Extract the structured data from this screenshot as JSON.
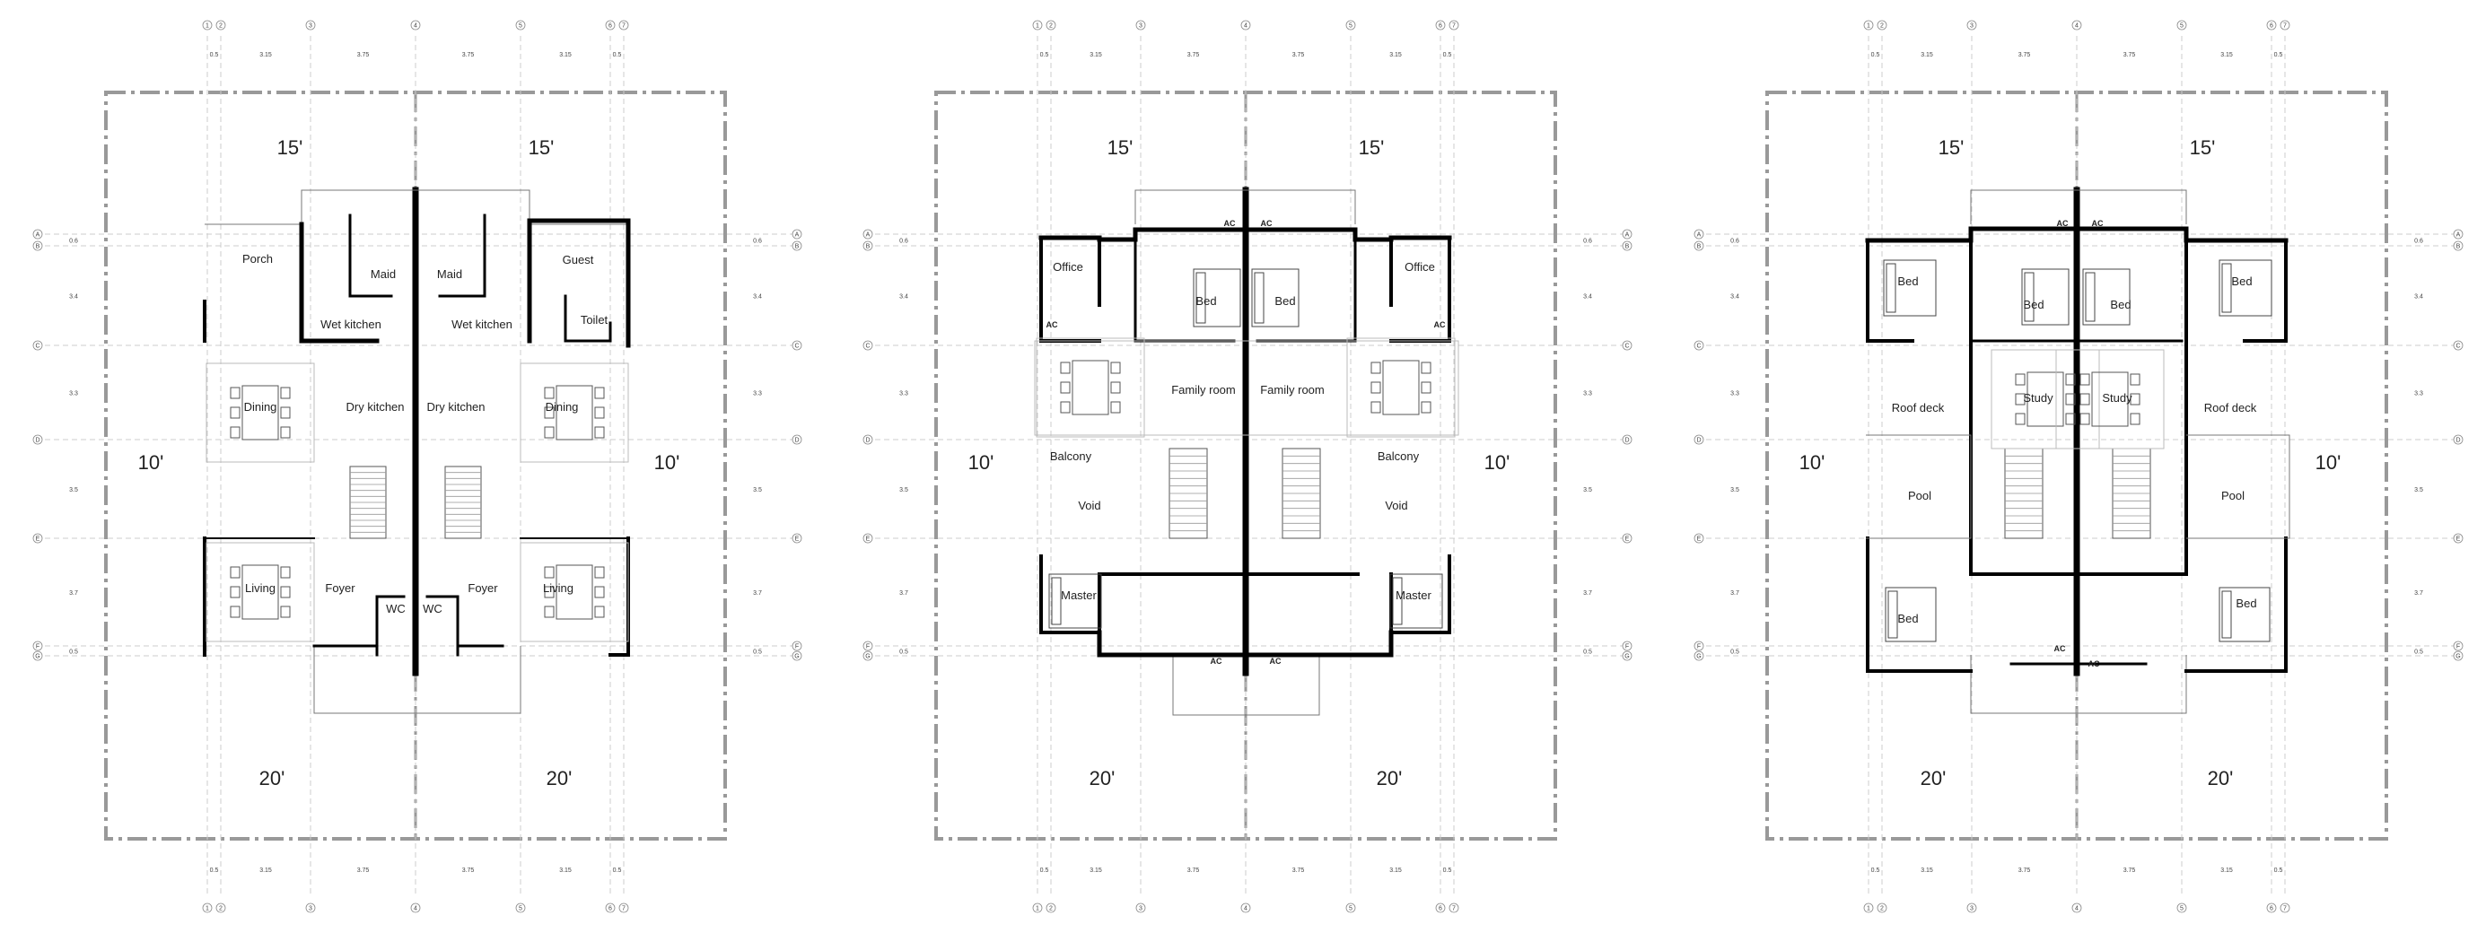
{
  "grid": {
    "col_ids": [
      "1",
      "2",
      "3",
      "4",
      "5",
      "6",
      "7"
    ],
    "col_dims": [
      "0.5",
      "3.15",
      "3.75",
      "3.75",
      "3.15",
      "0.5"
    ],
    "row_ids": [
      "A",
      "B",
      "C",
      "D",
      "E",
      "F",
      "G"
    ],
    "row_dims": [
      "0.6",
      "3.4",
      "3.3",
      "3.5",
      "3.7",
      "0.5"
    ]
  },
  "plans": [
    {
      "setbacks": {
        "top_left": "15'",
        "top_right": "15'",
        "left": "10'",
        "right": "10'",
        "bottom_left": "20'",
        "bottom_right": "20'"
      },
      "rooms": [
        "Porch",
        "Maid",
        "Maid",
        "Guest",
        "Wet kitchen",
        "Wet kitchen",
        "Toilet",
        "Dining",
        "Dry kitchen",
        "Dry kitchen",
        "Dining",
        "Living",
        "Foyer",
        "WC",
        "WC",
        "Foyer",
        "Living"
      ],
      "ac_labels": []
    },
    {
      "setbacks": {
        "top_left": "15'",
        "top_right": "15'",
        "left": "10'",
        "right": "10'",
        "bottom_left": "20'",
        "bottom_right": "20'"
      },
      "rooms": [
        "Office",
        "Bed",
        "Bed",
        "Office",
        "Family room",
        "Family room",
        "Balcony",
        "Balcony",
        "Void",
        "Void",
        "Master",
        "Master"
      ],
      "ac_labels": [
        "AC",
        "AC",
        "AC",
        "AC",
        "AC",
        "AC"
      ]
    },
    {
      "setbacks": {
        "top_left": "15'",
        "top_right": "15'",
        "left": "10'",
        "right": "10'",
        "bottom_left": "20'",
        "bottom_right": "20'"
      },
      "rooms": [
        "Bed",
        "Bed",
        "Bed",
        "Bed",
        "Roof deck",
        "Study",
        "Study",
        "Roof deck",
        "Pool",
        "Pool",
        "Bed",
        "Bed"
      ],
      "ac_labels": [
        "AC",
        "AC",
        "AC",
        "AC"
      ]
    }
  ]
}
